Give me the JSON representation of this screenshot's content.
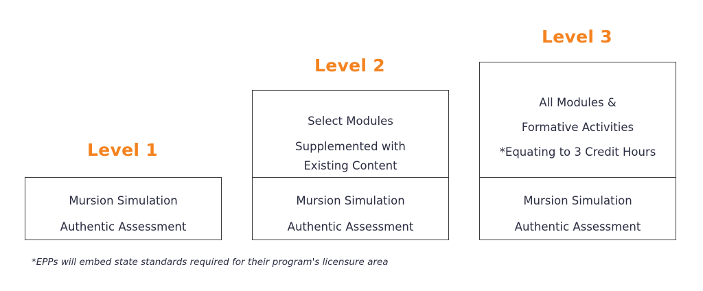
{
  "levels": [
    {
      "title": "Level 1",
      "top_lines": [],
      "bottom_lines": [
        "Mursion Simulation",
        "Authentic Assessment"
      ]
    },
    {
      "title": "Level 2",
      "top_lines": [
        "Select Modules",
        "Supplemented with",
        "Existing Content"
      ],
      "bottom_lines": [
        "Mursion Simulation",
        "Authentic Assessment"
      ]
    },
    {
      "title": "Level 3",
      "top_lines": [
        "All Modules &",
        "Formative Activities",
        "*Equating to 3 Credit Hours"
      ],
      "bottom_lines": [
        "Mursion Simulation",
        "Authentic Assessment"
      ]
    }
  ],
  "footnote": "*EPPs will embed state standards required for their program's licensure area",
  "colors": {
    "accent": "#f4821f",
    "border": "#3a3a3a",
    "text": "#2b2d42"
  }
}
